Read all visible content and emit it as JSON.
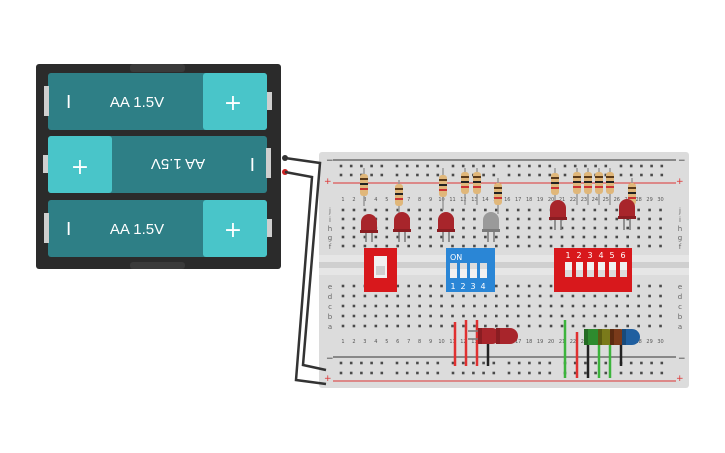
{
  "battery_pack": {
    "cells": [
      {
        "label": "AA 1.5V",
        "minus_sign": "I",
        "plus_sign": "+",
        "orientation": "normal"
      },
      {
        "label": "AA 1.5V",
        "minus_sign": "I",
        "plus_sign": "+",
        "orientation": "flipped"
      },
      {
        "label": "AA 1.5V",
        "minus_sign": "I",
        "plus_sign": "+",
        "orientation": "normal"
      }
    ],
    "colors": {
      "case": "#2b2b2b",
      "cell": "#2e7f86",
      "terminal": "#49c5c9"
    }
  },
  "breadboard": {
    "column_numbers": [
      "1",
      "2",
      "3",
      "4",
      "5",
      "6",
      "7",
      "8",
      "9",
      "10",
      "11",
      "12",
      "13",
      "14",
      "15",
      "16",
      "17",
      "18",
      "19",
      "20",
      "21",
      "22",
      "23",
      "24",
      "25",
      "26",
      "27",
      "28",
      "29",
      "30"
    ],
    "rows_top": [
      "j",
      "i",
      "h",
      "g",
      "f"
    ],
    "rows_bottom": [
      "e",
      "d",
      "c",
      "b",
      "a"
    ],
    "rail_minus": "−",
    "rail_plus": "+",
    "colors": {
      "board": "#dcdcdc",
      "hole": "#4a4a4a",
      "rail_red": "#d33",
      "rail_dark": "#333"
    }
  },
  "components": {
    "dip4_switch": {
      "on_label": "ON",
      "numbers": [
        "1",
        "2",
        "3",
        "4"
      ],
      "color": "#2a86d6"
    },
    "dip6_switch": {
      "numbers": [
        "1",
        "2",
        "3",
        "4",
        "5",
        "6"
      ],
      "color": "#d8181c"
    },
    "dip1_switch": {
      "color": "#d8181c"
    },
    "led_colors": {
      "red": "#a8252b",
      "gray": "#9a9a9a",
      "green": "#2e8b2e",
      "olive": "#7a7a1a",
      "brown": "#7a3a1a",
      "blue": "#1f5fa0"
    }
  }
}
